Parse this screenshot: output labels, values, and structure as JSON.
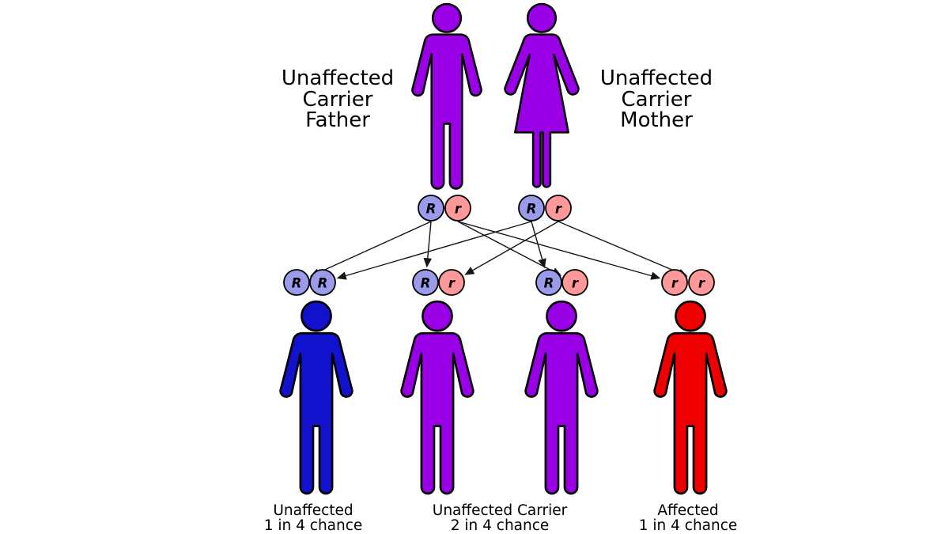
{
  "colors": {
    "carrier": "#9900E6",
    "unaffected": "#1111CE",
    "affected": "#EE0000",
    "allele_R_fill": "#9B9BEB",
    "allele_r_fill": "#FF9999",
    "outline": "#000000"
  },
  "parents": {
    "father": {
      "figure": "male",
      "status": "carrier",
      "label_lines": [
        "Unaffected",
        "Carrier",
        "Father"
      ]
    },
    "mother": {
      "figure": "female",
      "status": "carrier",
      "label_lines": [
        "Unaffected",
        "Carrier",
        "Mother"
      ]
    }
  },
  "alleles": {
    "father": [
      "R",
      "r"
    ],
    "mother": [
      "R",
      "r"
    ],
    "children": [
      [
        "R",
        "R"
      ],
      [
        "R",
        "r"
      ],
      [
        "R",
        "r"
      ],
      [
        "r",
        "r"
      ]
    ]
  },
  "children": [
    {
      "status": "unaffected"
    },
    {
      "status": "carrier"
    },
    {
      "status": "carrier"
    },
    {
      "status": "affected"
    }
  ],
  "outcomes": [
    {
      "lines": [
        "Unaffected",
        "1 in 4 chance"
      ]
    },
    {
      "lines": [
        "Unaffected Carrier",
        "2 in 4 chance"
      ]
    },
    {
      "lines": [
        "Affected",
        "1 in 4 chance"
      ]
    }
  ]
}
